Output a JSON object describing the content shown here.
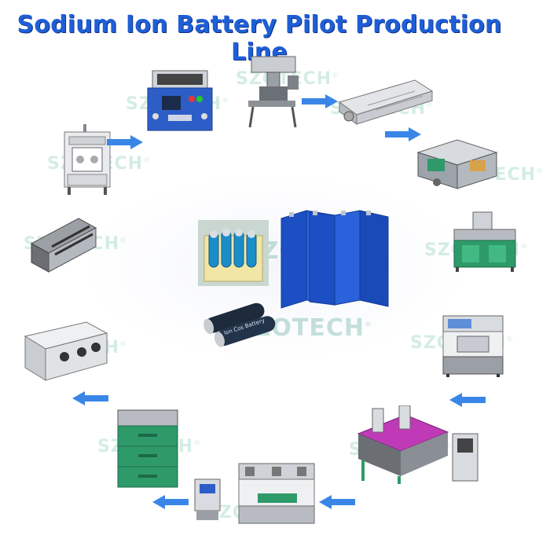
{
  "title": "Sodium Ion Battery Pilot Production Line",
  "watermark": {
    "text": "SZOTECH",
    "mark": "®"
  },
  "cylinder_label": "Ion Cos Battery",
  "colors": {
    "title": "#1f5fd6",
    "arrow": "#3a86e8",
    "cell_blue": "#1c4fc4",
    "machine_gray": "#d8dbe0",
    "machine_blue": "#2d5ec8",
    "machine_magenta": "#c03ab8",
    "machine_green": "#2e9a6a"
  },
  "icons": [
    "arrow-right-icon",
    "arrow-left-icon"
  ]
}
